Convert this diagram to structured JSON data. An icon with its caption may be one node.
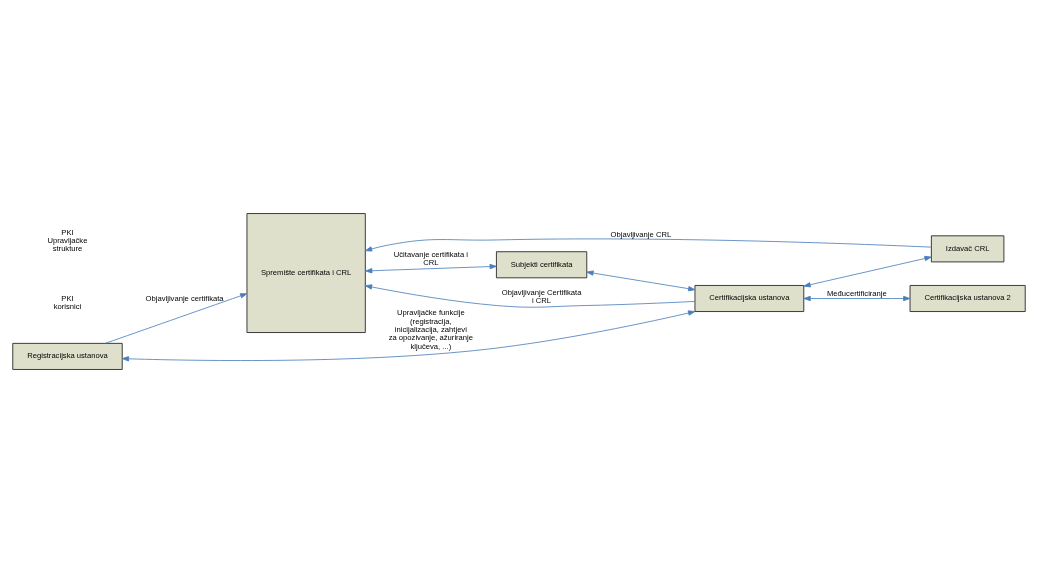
{
  "diagram": {
    "nodes": [
      {
        "text": [
          "Spremište certifikata i CRL"
        ]
      },
      {
        "text": [
          "Subjekti certifikata"
        ]
      },
      {
        "text": [
          "Registracijska ustanova"
        ]
      },
      {
        "text": [
          "Certifikacijska ustanova"
        ]
      },
      {
        "text": [
          "Izdavač CRL"
        ]
      },
      {
        "text": [
          "Certifikacijska ustanova 2"
        ]
      }
    ],
    "edges": [
      {
        "from": 0,
        "to": 1,
        "arrow": "both",
        "label": "Učitavanje certifikata i CRL"
      },
      {
        "from": 2,
        "to": 0,
        "arrow": "to",
        "label": "Objavljivanje certifikata"
      },
      {
        "from": 2,
        "to": 3,
        "arrow": "both",
        "label": "Upravljačke funkcije (registracija, inicijalizacija, zahtjevi za opozivanje, ažuriranje ključeva, ...)"
      },
      {
        "from": 1,
        "to": 3,
        "arrow": "both"
      },
      {
        "from": 3,
        "to": 0,
        "arrow": "to",
        "label": "Objavljivanje Certifikata i CRL"
      },
      {
        "from": 3,
        "to": 4,
        "arrow": "both"
      },
      {
        "from": 4,
        "to": 0,
        "arrow": "to",
        "label": "Objavljivanje CRL"
      },
      {
        "from": 3,
        "to": 5,
        "arrow": "both",
        "label": "Međucertificiranje"
      }
    ],
    "labels": [
      "PKI korisnici",
      "PKI Upravljačke strukture"
    ]
  }
}
